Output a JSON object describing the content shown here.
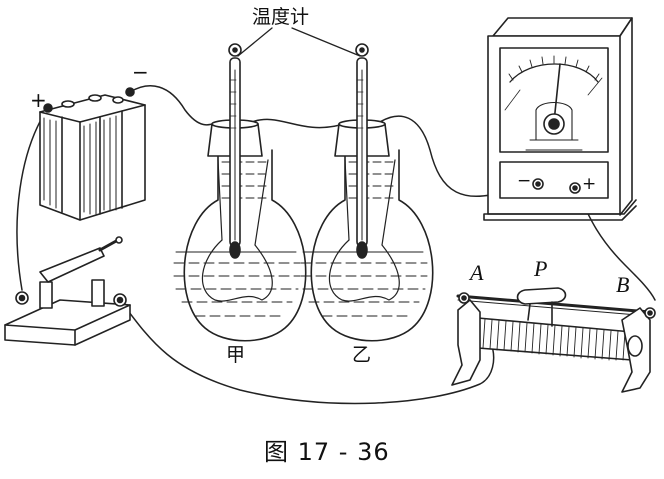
{
  "labels": {
    "thermometer": "温度计",
    "battery_plus": "+",
    "battery_minus": "−",
    "flask_left": "甲",
    "flask_right": "乙",
    "end_a": "A",
    "slider_p": "P",
    "end_b": "B",
    "meter_minus": "−",
    "meter_plus": "+",
    "caption": "图 17 - 36"
  }
}
